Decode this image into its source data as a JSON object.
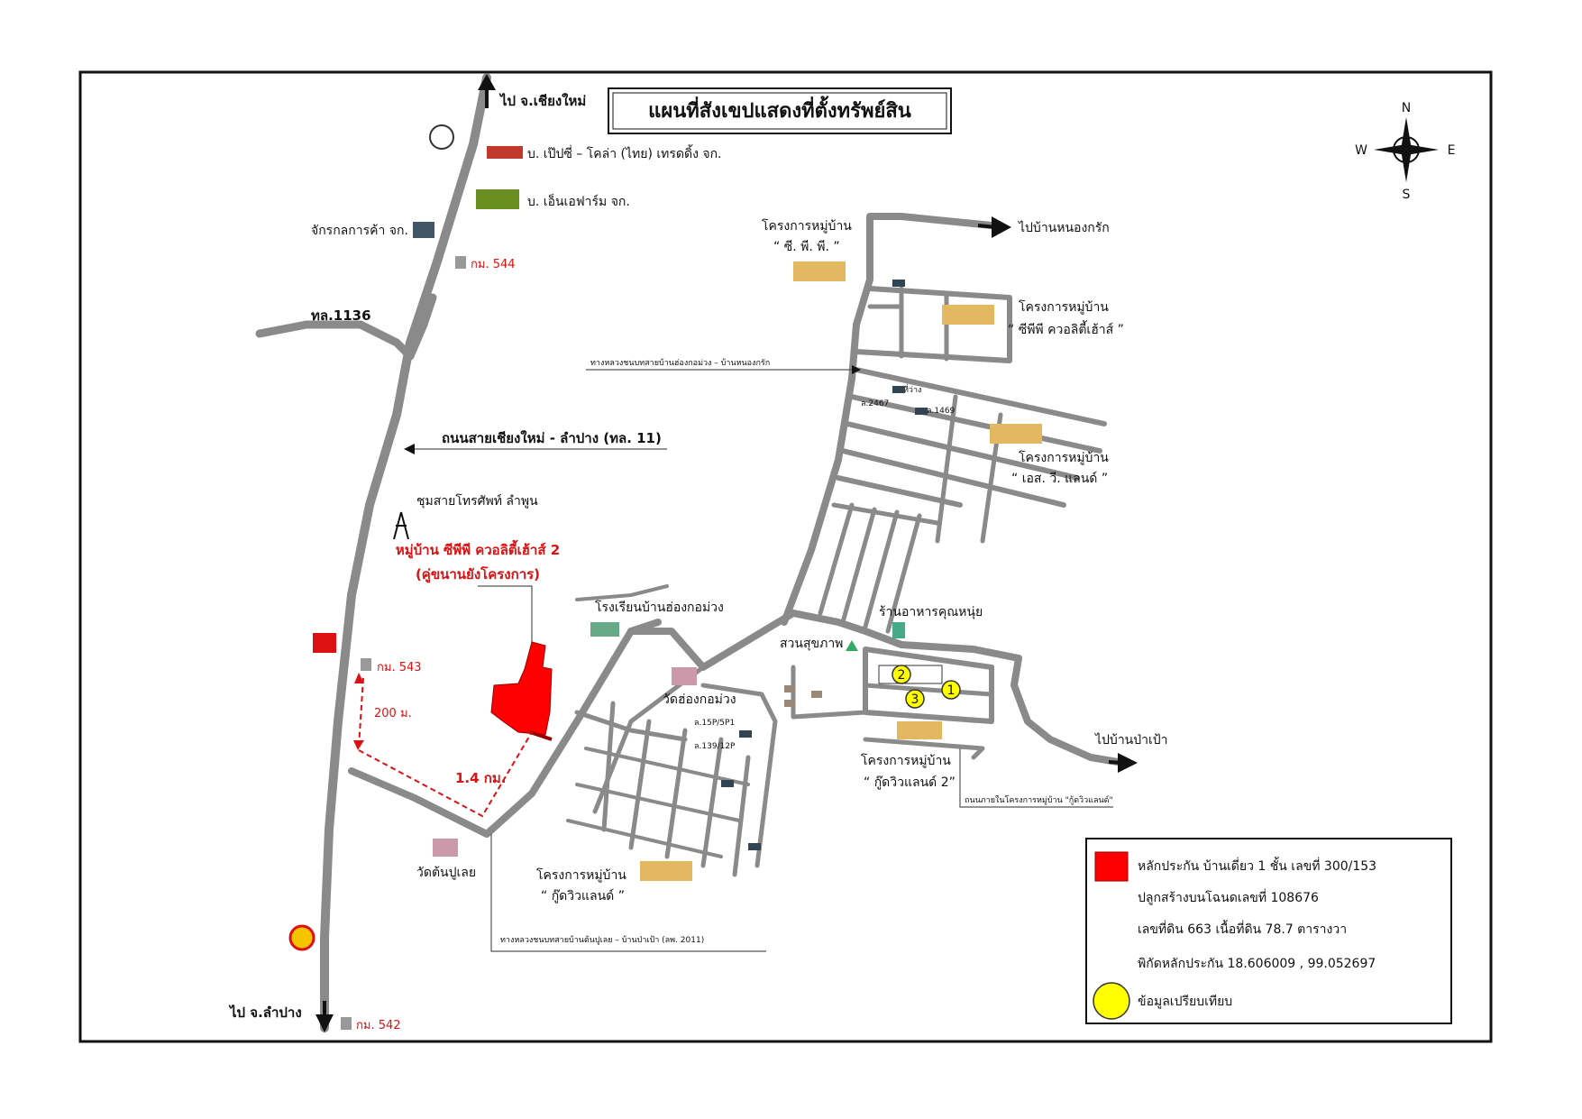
{
  "title": "แผนที่สังเขปแสดงที่ตั้งทรัพย์สิน",
  "compass": {
    "n": "N",
    "s": "S",
    "e": "E",
    "w": "W"
  },
  "directions": {
    "chiang_mai": "ไป จ.เชียงใหม่",
    "lampang": "ไป จ.ลำปาง",
    "nong_krak": "ไปบ้านหนองกรัก",
    "pa_pao": "ไปบ้านป่าเป้า"
  },
  "roads": {
    "r1136": "ทล.1136",
    "main": "ถนนสายเชียงใหม่ - ลำปาง (ทล. 11)",
    "rural_nong_krak": "ทางหลวงชนบทสายบ้านฮ่องกอม่วง – บ้านหนองกรัก",
    "rural_pa_pao": "ทางหลวงชนบทสายบ้านต้นปูเลย – บ้านป่าเป้า (ลพ. 2011)",
    "entrance_guvill": "ถนนภายในโครงการหมู่บ้าน \"กู้ดวิวแลนด์\""
  },
  "places": {
    "pepsi": "บ. เป๊ปซี่ – โคล่า (ไทย) เทรดดิ้ง จก.",
    "nfarm": "บ. เอ็นเอฟาร์ม จก.",
    "jakkon": "จักรกลการค้า จก.",
    "km544": "กม. 544",
    "km543": "กม. 543",
    "km542": "กม. 542",
    "exchange": "ชุมสายโทรศัพท์ ลำพูน",
    "subject_line1": "หมู่บ้าน ซีพีพี ควอลิตี้เฮ้าส์ 2",
    "subject_line2": "(คู่ขนานยังโครงการ)",
    "school": "โรงเรียนบ้านฮ่องกอม่วง",
    "wat_hong": "วัดฮ่องกอม่วง",
    "wat_ton": "วัดต้นปูเลย",
    "cpp_village_l1": "โครงการหมู่บ้าน",
    "cpp_village_l2": "“ ซี. พี. พี. ”",
    "cpp_q_l1": "โครงการหมู่บ้าน",
    "cpp_q_l2": "“ ซีพีพี ควอลิตี้เฮ้าส์ ”",
    "sv_l1": "โครงการหมู่บ้าน",
    "sv_l2": "“ เอส. วี. แลนด์ ”",
    "guvill2_l1": "โครงการหมู่บ้าน",
    "guvill2_l2": "“ กู๊ดวิวแลนด์ 2”",
    "guvill_l1": "โครงการหมู่บ้าน",
    "guvill_l2": "“ กู๊ดวิวแลนด์ ”",
    "restaurant": "ร้านอาหารคุณหนุ่ย",
    "park": "สวนสุขภาพ",
    "gas": "ที่ว่าง",
    "dist_200": "200 ม.",
    "dist_14": "1.4 กม.",
    "lot_a": "ล.2467",
    "lot_b": "ล.1469",
    "lot_c": "ล.15P/5P1",
    "lot_d": "ล.139/12P"
  },
  "markers": [
    "1",
    "2",
    "3"
  ],
  "legend": {
    "collateral_l1": "หลักประกัน  บ้านเดี่ยว 1 ชั้น เลขที่  300/153",
    "collateral_l2": "ปลูกสร้างบนโฉนดเลขที่  108676",
    "collateral_l3": "เลขที่ดิน 663  เนื้อที่ดิน 78.7  ตารางวา",
    "collateral_l4": "พิกัดหลักประกัน 18.606009 , 99.052697",
    "comparable": "ข้อมูลเปรียบเทียบ"
  },
  "colors": {
    "road": "#8a8a8a",
    "subject": "#ff0000",
    "marker": "#ffff00",
    "distance": "#d11111",
    "border": "#111111"
  }
}
